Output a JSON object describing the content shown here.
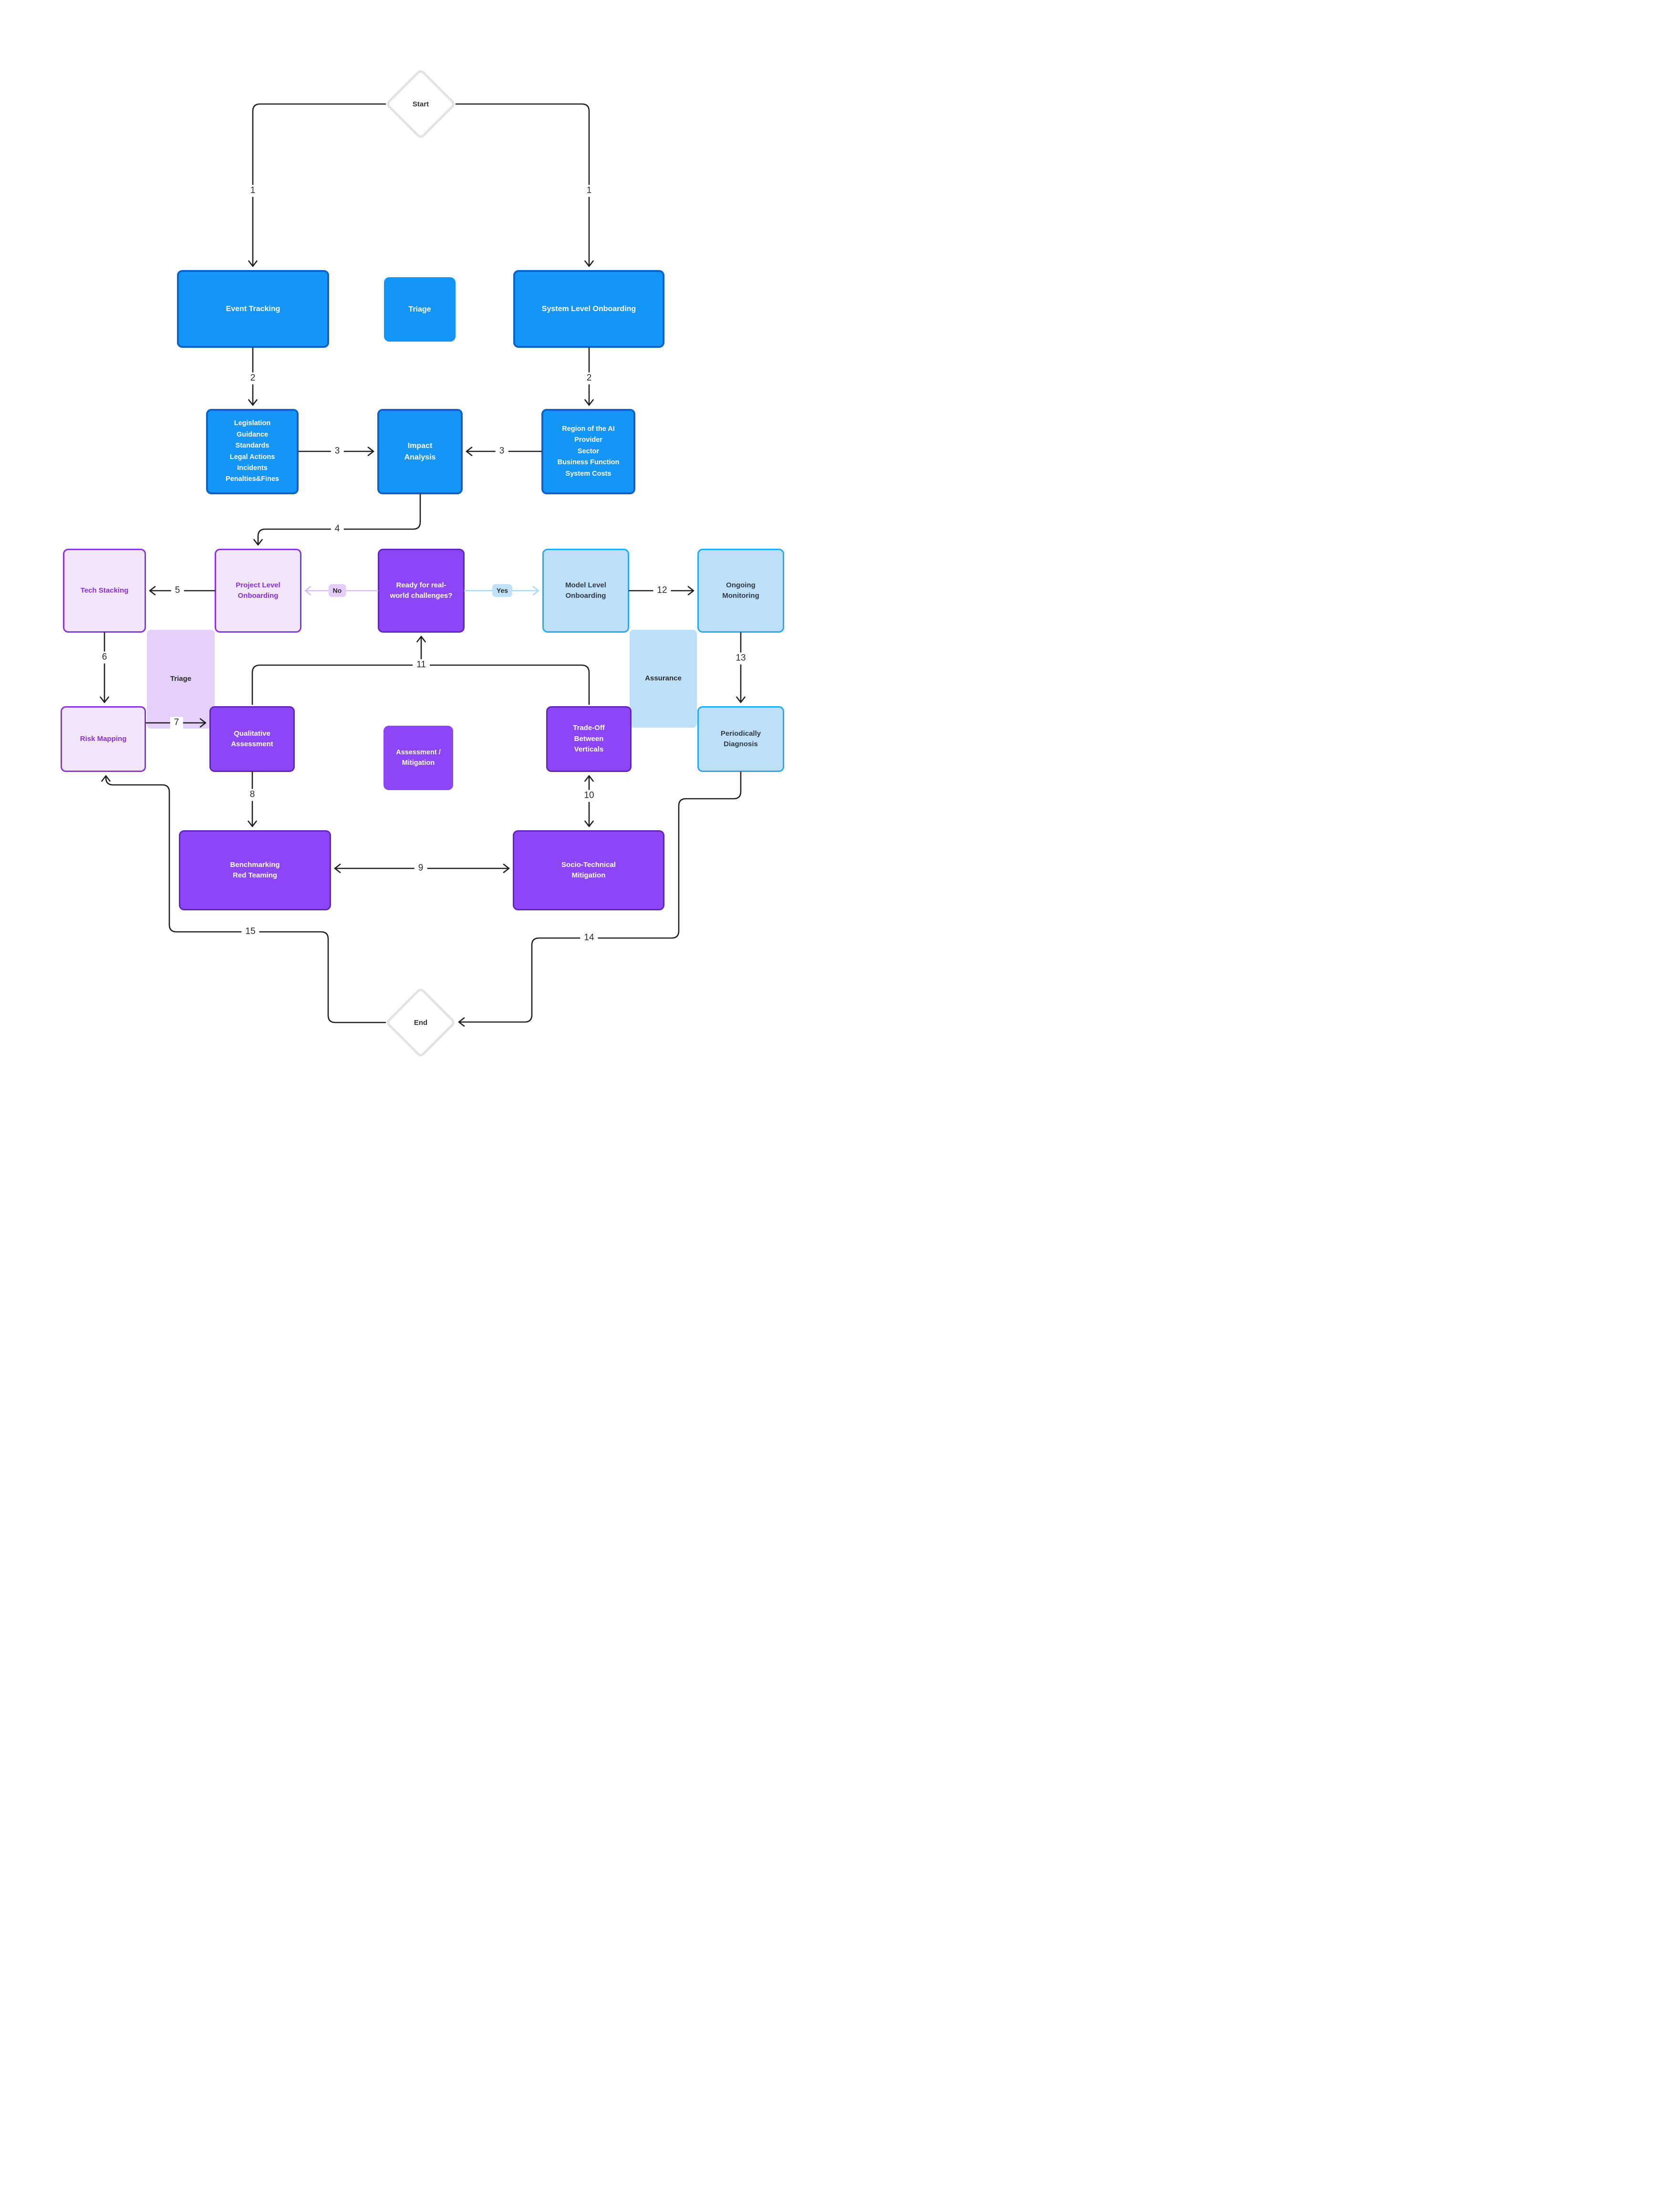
{
  "diagram": {
    "terminals": {
      "start": "Start",
      "end": "End"
    },
    "nodes": {
      "event_tracking": "Event Tracking",
      "triage_intake": "Triage",
      "system_onboarding": "System Level Onboarding",
      "legislation": "Legislation\nGuidance\nStandards\nLegal Actions\nIncidents\nPenalties&Fines",
      "impact": "Impact\nAnalysis",
      "region": "Region of the AI\nProvider\nSector\nBusiness Function\nSystem Costs",
      "tech_stacking": "Tech Stacking",
      "project_onboarding": "Project Level\nOnboarding",
      "decision": "Ready for real-\nworld challenges?",
      "model_onboarding": "Model Level\nOnboarding",
      "ongoing_monitoring": "Ongoing\nMonitoring",
      "triage_stage": "Triage",
      "assurance_stage": "Assurance",
      "risk_mapping": "Risk Mapping",
      "qualitative": "Qualitative\nAssessment",
      "tradeoff": "Trade-Off\nBetween\nVerticals",
      "periodically": "Periodically\nDiagnosis",
      "assessment_mitigation": "Assessment /\nMitigation",
      "benchmarking": "Benchmarking\nRed Teaming",
      "socio_technical": "Socio-Technical\nMitigation"
    },
    "branches": {
      "no": "No",
      "yes": "Yes"
    },
    "edge_numbers": {
      "e1_left": "1",
      "e1_right": "1",
      "e2_left": "2",
      "e2_right": "2",
      "e3_left": "3",
      "e3_right": "3",
      "e4": "4",
      "e5": "5",
      "e6": "6",
      "e7": "7",
      "e8": "8",
      "e9": "9",
      "e10": "10",
      "e11": "11",
      "e12": "12",
      "e13": "13",
      "e14": "14",
      "e15": "15"
    },
    "colors": {
      "process_blue": "#1496F9",
      "process_blue_border": "#0D64C8",
      "light_blue": "#BDE0F8",
      "light_blue_border": "#29A9F4",
      "lavender": "#F1E6FC",
      "lavender_border": "#8E34DB",
      "lavender_text": "#8A30D9",
      "vivid_purple": "#8C45F7",
      "vivid_purple_border": "#6326B8",
      "stage_lavender": "#E4D0F8",
      "edge_dark": "#1F1F1F",
      "edge_no": "#D9BDF6",
      "edge_yes": "#A9D7F8",
      "diamond_border": "#E3E3E3"
    }
  }
}
